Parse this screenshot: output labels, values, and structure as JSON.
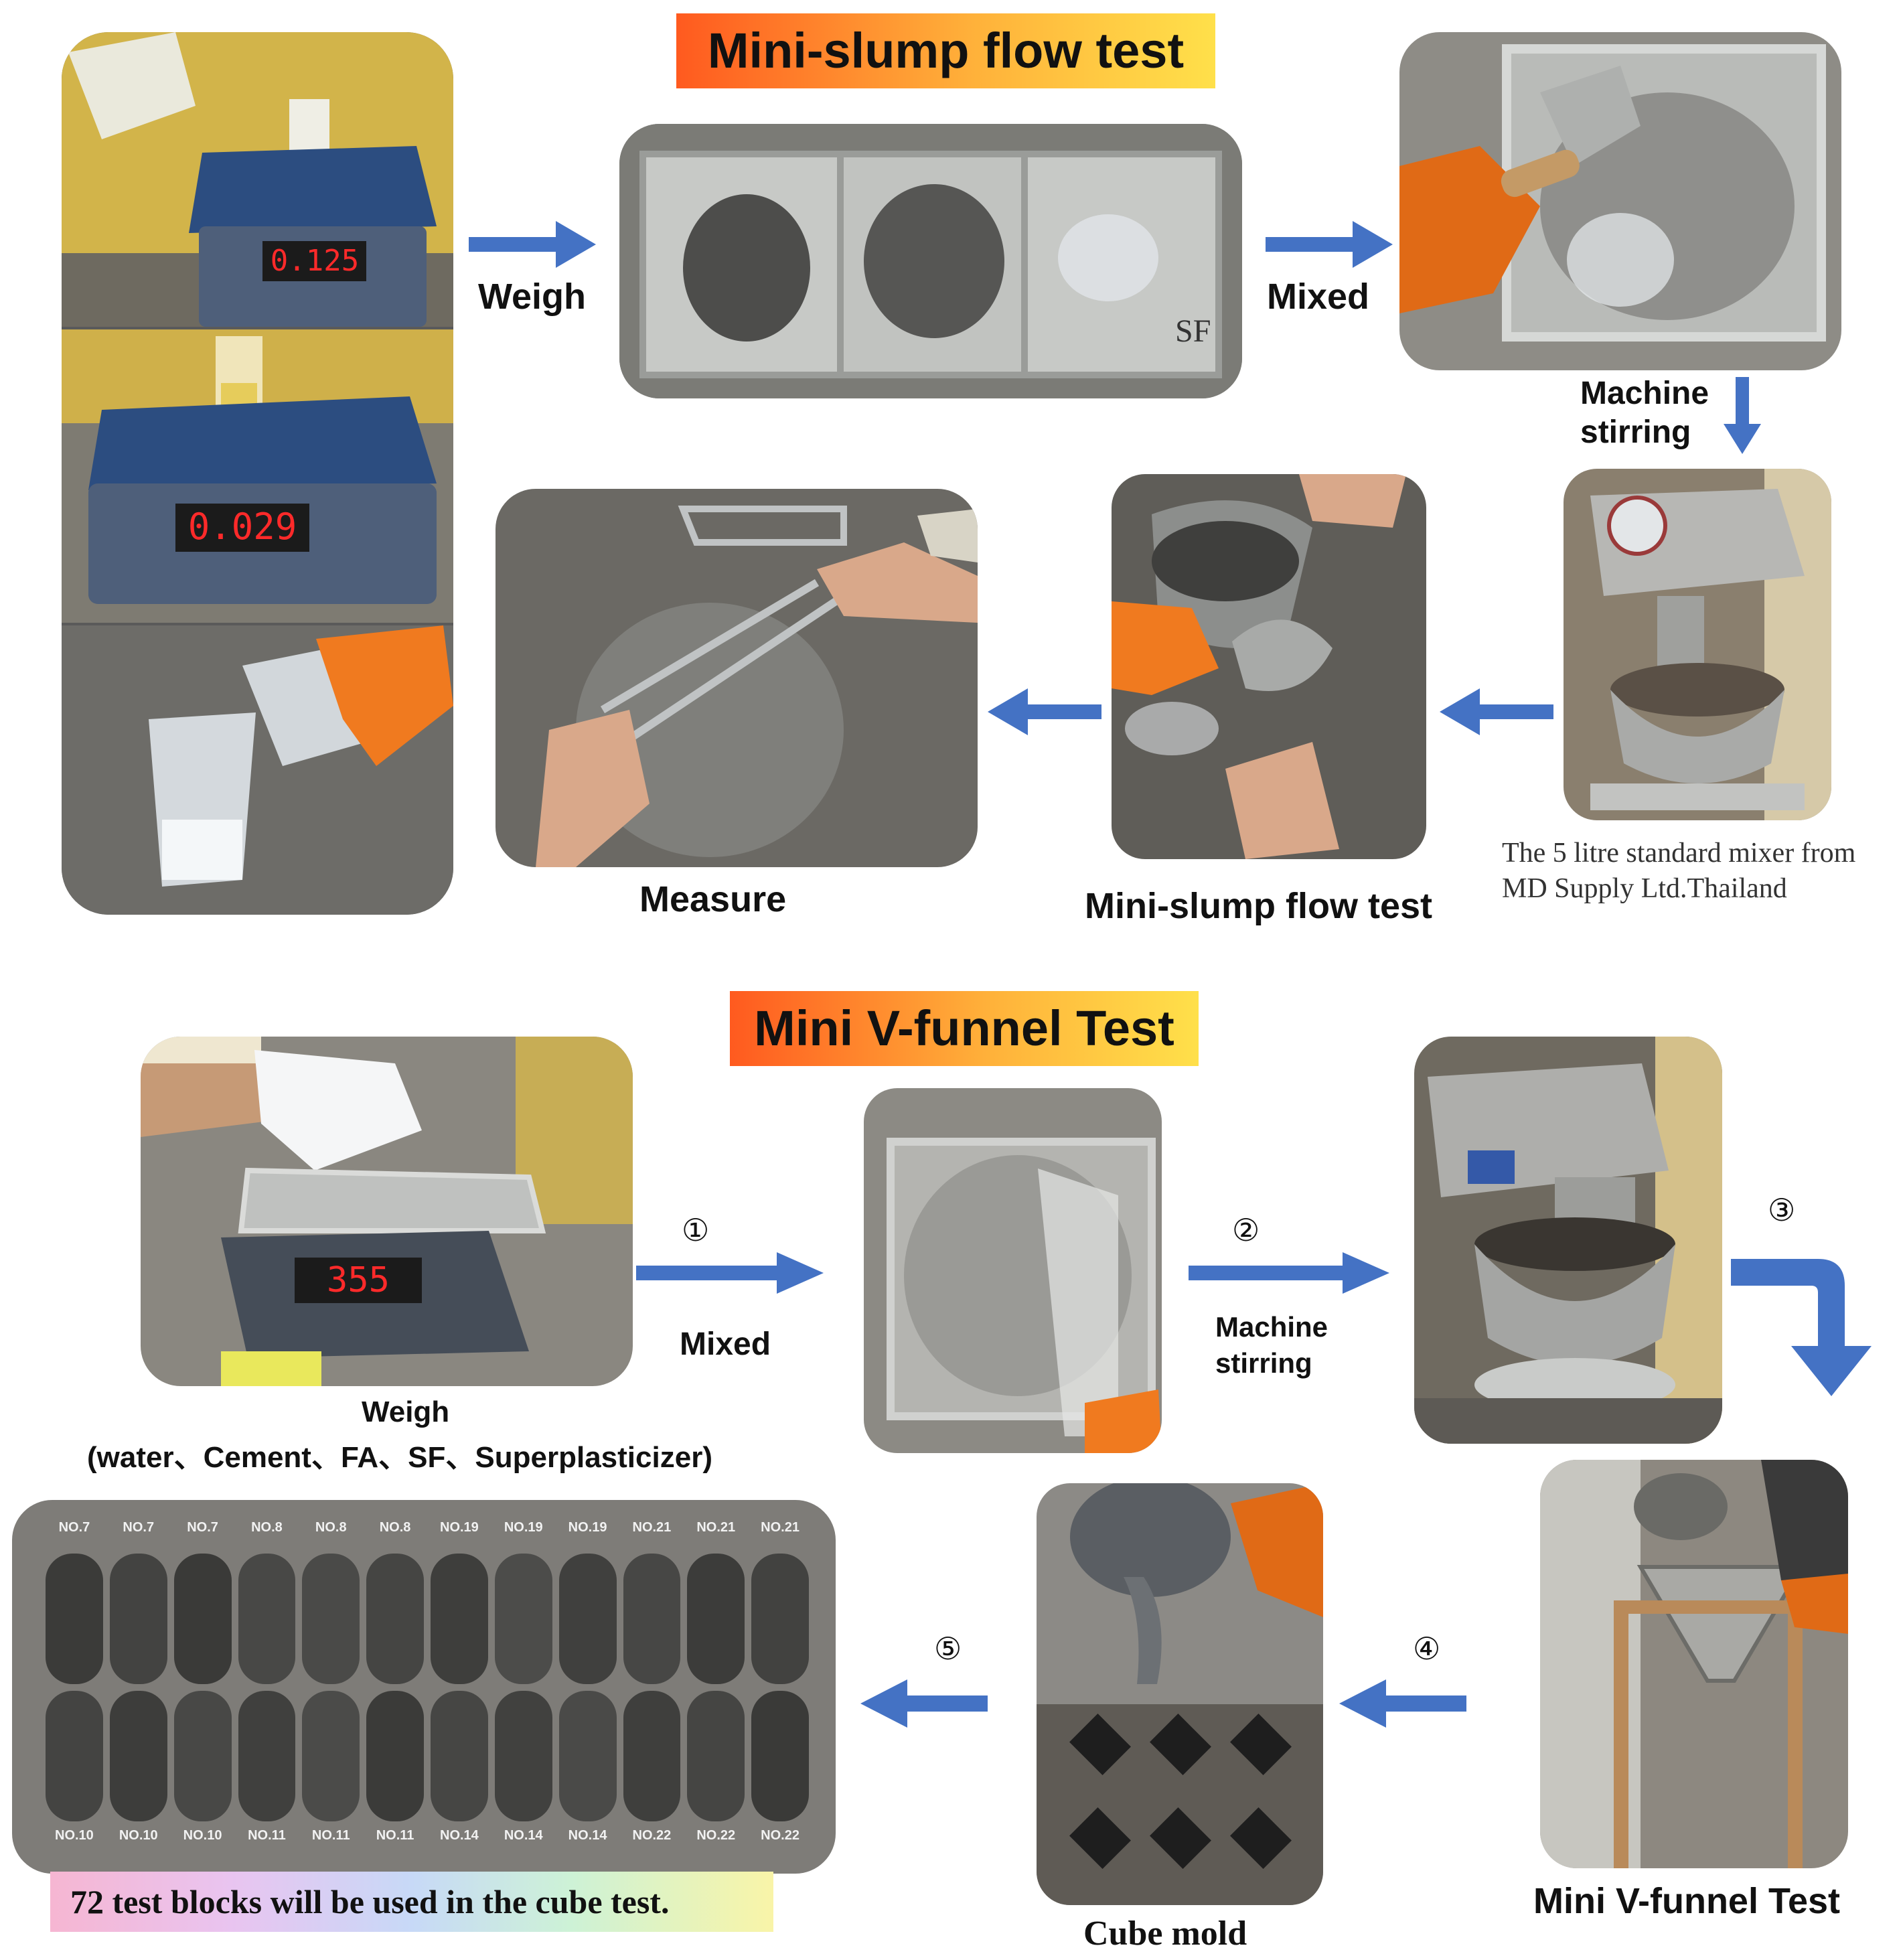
{
  "section1": {
    "title": "Mini-slump flow test",
    "steps": {
      "weigh": "Weigh",
      "mixed": "Mixed",
      "machine_stirring_line1": "Machine",
      "machine_stirring_line2": "stirring",
      "mini_slump": "Mini-slump flow test",
      "measure": "Measure"
    },
    "scale_readings": [
      "0.125",
      "0.029"
    ],
    "tray_label": "SF",
    "mixer_caption_line1": "The 5 litre standard mixer from",
    "mixer_caption_line2": "MD Supply Ltd.Thailand"
  },
  "section2": {
    "title": "Mini V-funnel Test",
    "weigh_label": "Weigh",
    "weigh_materials": "(water、Cement、FA、SF、Superplasticizer)",
    "scale_reading": "355",
    "step_numbers": [
      "①",
      "②",
      "③",
      "④",
      "⑤"
    ],
    "mixed": "Mixed",
    "machine_stirring_line1": "Machine",
    "machine_stirring_line2": "stirring",
    "vfunnel_label": "Mini V-funnel Test",
    "cube_mold": "Cube mold",
    "footer_note": "72 test blocks will be used in the cube test.",
    "block_labels_top": [
      "NO.7",
      "NO.7",
      "NO.7",
      "NO.8",
      "NO.8",
      "NO.8",
      "NO.19",
      "NO.19",
      "NO.19",
      "NO.21",
      "NO.21",
      "NO.21"
    ],
    "block_labels_bottom": [
      "NO.10",
      "NO.10",
      "NO.10",
      "NO.11",
      "NO.11",
      "NO.11",
      "NO.14",
      "NO.14",
      "NO.14",
      "NO.22",
      "NO.22",
      "NO.22"
    ]
  },
  "colors": {
    "arrow": "#4472c4",
    "banner_gradient_start": "#ff5a1f",
    "banner_gradient_end": "#ffe04a",
    "concrete": "#8c8c8c",
    "scale_body": "#3a4e6e",
    "scale_display": "#ff2a2a"
  }
}
